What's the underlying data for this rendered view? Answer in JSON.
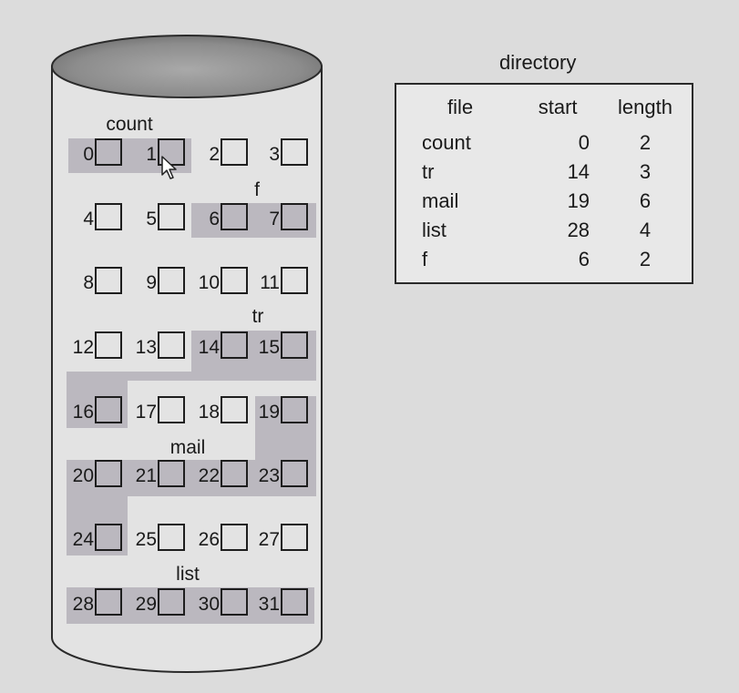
{
  "disk": {
    "blocks": [
      0,
      1,
      2,
      3,
      4,
      5,
      6,
      7,
      8,
      9,
      10,
      11,
      12,
      13,
      14,
      15,
      16,
      17,
      18,
      19,
      20,
      21,
      22,
      23,
      24,
      25,
      26,
      27,
      28,
      29,
      30,
      31
    ],
    "file_labels": {
      "count": "count",
      "f": "f",
      "tr": "tr",
      "mail": "mail",
      "list": "list"
    }
  },
  "directory": {
    "title": "directory",
    "headers": {
      "file": "file",
      "start": "start",
      "length": "length"
    },
    "entries": [
      {
        "file": "count",
        "start": "0",
        "length": "2"
      },
      {
        "file": "tr",
        "start": "14",
        "length": "3"
      },
      {
        "file": "mail",
        "start": "19",
        "length": "6"
      },
      {
        "file": "list",
        "start": "28",
        "length": "4"
      },
      {
        "file": "f",
        "start": "6",
        "length": "2"
      }
    ]
  },
  "colors": {
    "highlight": "#b9b6bd",
    "background": "#dcdcdc",
    "disk_body": "#e2e2e2",
    "disk_top": "#8f8f8f"
  }
}
